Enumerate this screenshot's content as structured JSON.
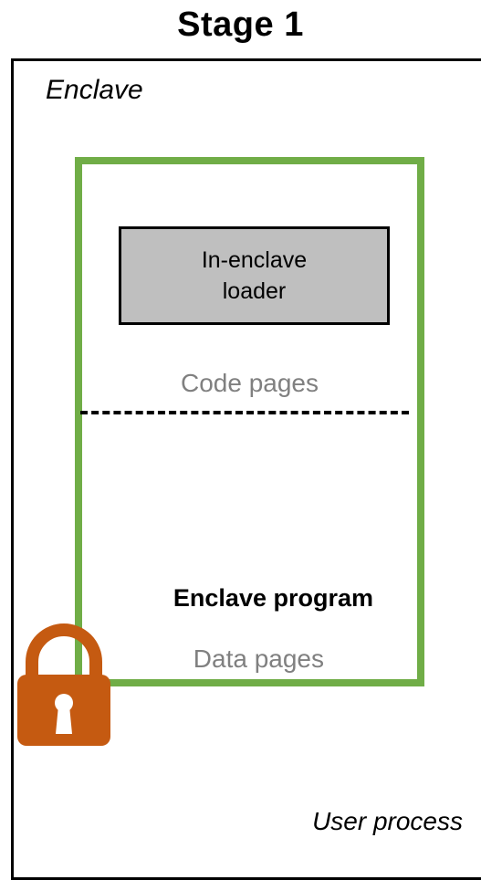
{
  "title": "Stage 1",
  "outer_box": {
    "label": "User process"
  },
  "enclave": {
    "label": "Enclave",
    "border_color": "#70ad47",
    "loader": {
      "label": "In-enclave loader",
      "fill_color": "#bfbfbf"
    },
    "code_section_label": "Code pages",
    "program_label": "Enclave program",
    "data_section_label": "Data pages"
  },
  "lock_icon": {
    "name": "padlock-icon",
    "color": "#c55a11"
  }
}
